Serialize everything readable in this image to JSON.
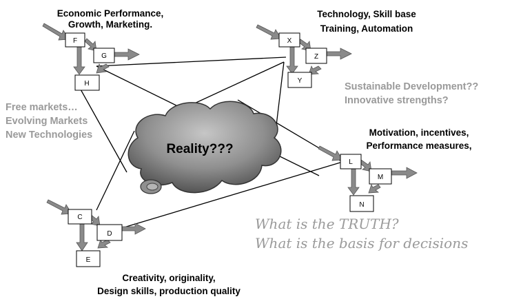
{
  "groups": {
    "top_left": {
      "caption": [
        "Economic Performance,",
        "Growth, Marketing."
      ],
      "boxes": [
        "F",
        "G",
        "H"
      ]
    },
    "top_right": {
      "caption": [
        "Technology, Skill base",
        "Training, Automation"
      ],
      "boxes": [
        "X",
        "Z",
        "Y"
      ]
    },
    "right": {
      "caption": [
        "Motivation, incentives,",
        "Performance measures,"
      ],
      "boxes": [
        "L",
        "M",
        "N"
      ]
    },
    "bottom_left": {
      "caption": [
        "Creativity, originality,",
        "Design skills, production quality"
      ],
      "boxes": [
        "C",
        "D",
        "E"
      ]
    }
  },
  "side_text_left": [
    "Free markets…",
    "Evolving Markets",
    "New Technologies"
  ],
  "side_text_right": [
    "Sustainable Development??",
    "Innovative strengths?"
  ],
  "cloud_label": "Reality???",
  "questions": [
    "What is the TRUTH?",
    "What is the basis for decisions"
  ],
  "colors": {
    "arrow": "#8a8a8a",
    "cloud_dark": "#4a4a4a",
    "cloud_light": "#bdbdbd",
    "grey_text": "#9a9a9a",
    "line": "#000000"
  }
}
